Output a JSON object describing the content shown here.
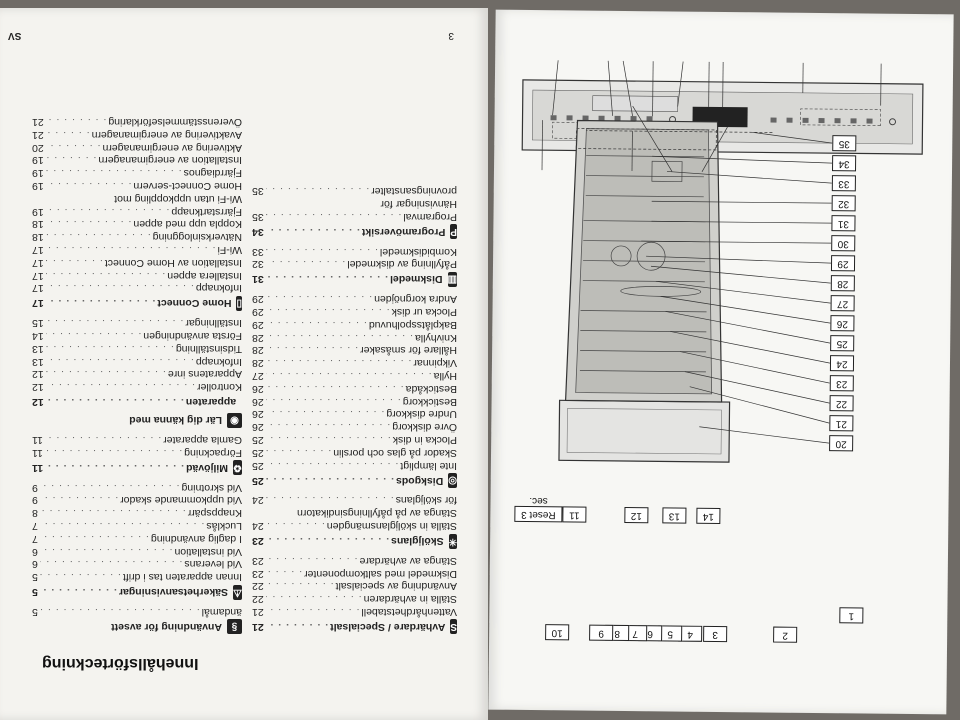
{
  "left_page": {
    "side_label": "SV",
    "page_number": "3",
    "title": "Innehållsförteckning",
    "col1": [
      {
        "type": "h",
        "icon": "book-icon",
        "label": "Användning för avsett",
        "pg": ""
      },
      {
        "type": "cont",
        "label": "ändamål",
        "pg": "5"
      },
      {
        "type": "h",
        "icon": "warning-icon",
        "label": "Säkerhetsanvisningar",
        "pg": "5"
      },
      {
        "type": "i",
        "label": "Innan apparaten tas i drift",
        "pg": "5"
      },
      {
        "type": "i",
        "label": "Vid leverans",
        "pg": "6"
      },
      {
        "type": "i",
        "label": "Vid installation",
        "pg": "6"
      },
      {
        "type": "i",
        "label": "I daglig användning",
        "pg": "7"
      },
      {
        "type": "i",
        "label": "Lucklås",
        "pg": "7"
      },
      {
        "type": "i",
        "label": "Knappspärr",
        "pg": "8"
      },
      {
        "type": "i",
        "label": "Vid uppkommande skador",
        "pg": "9"
      },
      {
        "type": "i",
        "label": "Vid skrotning",
        "pg": "9"
      },
      {
        "type": "h",
        "icon": "recycle-icon",
        "label": "Miljöväd",
        "pg": "11"
      },
      {
        "type": "i",
        "label": "Förpackning",
        "pg": "11"
      },
      {
        "type": "i",
        "label": "Gamla apparater",
        "pg": "11"
      },
      {
        "type": "h",
        "icon": "eye-icon",
        "label": "Lär dig känna med",
        "pg": ""
      },
      {
        "type": "hc",
        "label": "apparaten",
        "pg": "12"
      },
      {
        "type": "i",
        "label": "Kontroller",
        "pg": "12"
      },
      {
        "type": "i",
        "label": "Apparatens inre",
        "pg": "12"
      },
      {
        "type": "i",
        "label": "Infoknapp",
        "pg": "13"
      },
      {
        "type": "i",
        "label": "Tidsinställning",
        "pg": "13"
      },
      {
        "type": "i",
        "label": "Första användningen",
        "pg": "14"
      },
      {
        "type": "i",
        "label": "Inställningar",
        "pg": "15"
      },
      {
        "type": "h",
        "icon": "phone-icon",
        "label": "Home Connect",
        "pg": "17"
      },
      {
        "type": "i",
        "label": "Infoknapp",
        "pg": "17"
      },
      {
        "type": "i",
        "label": "Installera appen",
        "pg": "17"
      },
      {
        "type": "i",
        "label": "Installation av Home Connect",
        "pg": "17"
      },
      {
        "type": "i",
        "label": "Wi-Fi",
        "pg": "17"
      },
      {
        "type": "i",
        "label": "Nätverksinloggning",
        "pg": "18"
      },
      {
        "type": "i",
        "label": "Koppla upp med appen",
        "pg": "18"
      },
      {
        "type": "i",
        "label": "Fjärrstartknapp",
        "pg": "19"
      },
      {
        "type": "i",
        "label": "Wi-Fi utan uppkoppling mot",
        "pg": ""
      },
      {
        "type": "cont",
        "label": "Home Connect-servern",
        "pg": "19"
      },
      {
        "type": "i",
        "label": "Fjärrdiagnos",
        "pg": "19"
      },
      {
        "type": "i",
        "label": "Installation av energimanagern",
        "pg": "19"
      },
      {
        "type": "i",
        "label": "Aktivering av energimanagern",
        "pg": "20"
      },
      {
        "type": "i",
        "label": "Avaktivering av energimanagern",
        "pg": "21"
      },
      {
        "type": "i",
        "label": "Överensstämmelseförklaring",
        "pg": "21"
      }
    ],
    "col2": [
      {
        "type": "h",
        "icon": "s-icon",
        "label": "Avhärdare / Specialsalt",
        "pg": "21"
      },
      {
        "type": "i",
        "label": "Vattenhårdhetstabell",
        "pg": "21"
      },
      {
        "type": "i",
        "label": "Ställa in avhärdaren",
        "pg": "22"
      },
      {
        "type": "i",
        "label": "Användning av specialsalt",
        "pg": "22"
      },
      {
        "type": "i",
        "label": "Diskmedel med saltkomponenter",
        "pg": "23"
      },
      {
        "type": "i",
        "label": "Stänga av avhärdare",
        "pg": "23"
      },
      {
        "type": "h",
        "icon": "sparkle-icon",
        "label": "Sköljglans",
        "pg": "23"
      },
      {
        "type": "i",
        "label": "Ställa in sköljglansmängden",
        "pg": "24"
      },
      {
        "type": "i",
        "label": "Stänga av på påfyllningsindikatorn",
        "pg": ""
      },
      {
        "type": "cont",
        "label": "för sköljglans",
        "pg": "24"
      },
      {
        "type": "h",
        "icon": "dish-icon",
        "label": "Diskgods",
        "pg": "25"
      },
      {
        "type": "i",
        "label": "Inte lämpligt",
        "pg": "25"
      },
      {
        "type": "i",
        "label": "Skador på glas och porslin",
        "pg": "25"
      },
      {
        "type": "i",
        "label": "Plocka in disk",
        "pg": "25"
      },
      {
        "type": "i",
        "label": "Övre diskkorg",
        "pg": "26"
      },
      {
        "type": "i",
        "label": "Undre diskkorg",
        "pg": "26"
      },
      {
        "type": "i",
        "label": "Bestickkorg",
        "pg": "26"
      },
      {
        "type": "i",
        "label": "Bestickåda",
        "pg": "26"
      },
      {
        "type": "i",
        "label": "Hylla",
        "pg": "27"
      },
      {
        "type": "i",
        "label": "Vikpinnar",
        "pg": "28"
      },
      {
        "type": "i",
        "label": "Hållare för småsaker",
        "pg": "28"
      },
      {
        "type": "i",
        "label": "Knivhylla",
        "pg": "28"
      },
      {
        "type": "i",
        "label": "Bakplåtsspolhuvud",
        "pg": "29"
      },
      {
        "type": "i",
        "label": "Plocka ur disk",
        "pg": "29"
      },
      {
        "type": "i",
        "label": "Andra korgnöjden",
        "pg": "29"
      },
      {
        "type": "h",
        "icon": "detergent-icon",
        "label": "Diskmedel",
        "pg": "31"
      },
      {
        "type": "i",
        "label": "Påfyllning av diskmedel",
        "pg": "32"
      },
      {
        "type": "i",
        "label": "Kombidiskmedel",
        "pg": "33"
      },
      {
        "type": "h",
        "icon": "program-icon",
        "label": "Programöversikt",
        "pg": "34"
      },
      {
        "type": "i",
        "label": "Programval",
        "pg": "35"
      },
      {
        "type": "i",
        "label": "Hänvisningar för",
        "pg": ""
      },
      {
        "type": "cont",
        "label": "provningsanstalter",
        "pg": "35"
      }
    ]
  },
  "right_page": {
    "panel_callouts": [
      "1",
      "2",
      "3",
      "4",
      "5",
      "6",
      "7",
      "8",
      "9",
      "10",
      "11",
      "12",
      "13",
      "14"
    ],
    "panel_callout_extra": "Reset 3 sec.",
    "interior_callouts": [
      "20",
      "21",
      "22",
      "23",
      "24",
      "25",
      "26",
      "27",
      "28",
      "29",
      "30",
      "31",
      "32",
      "33",
      "34",
      "35"
    ]
  },
  "colors": {
    "paper": "#f4f3ef",
    "ink": "#222222",
    "background": "#6f6b66"
  }
}
